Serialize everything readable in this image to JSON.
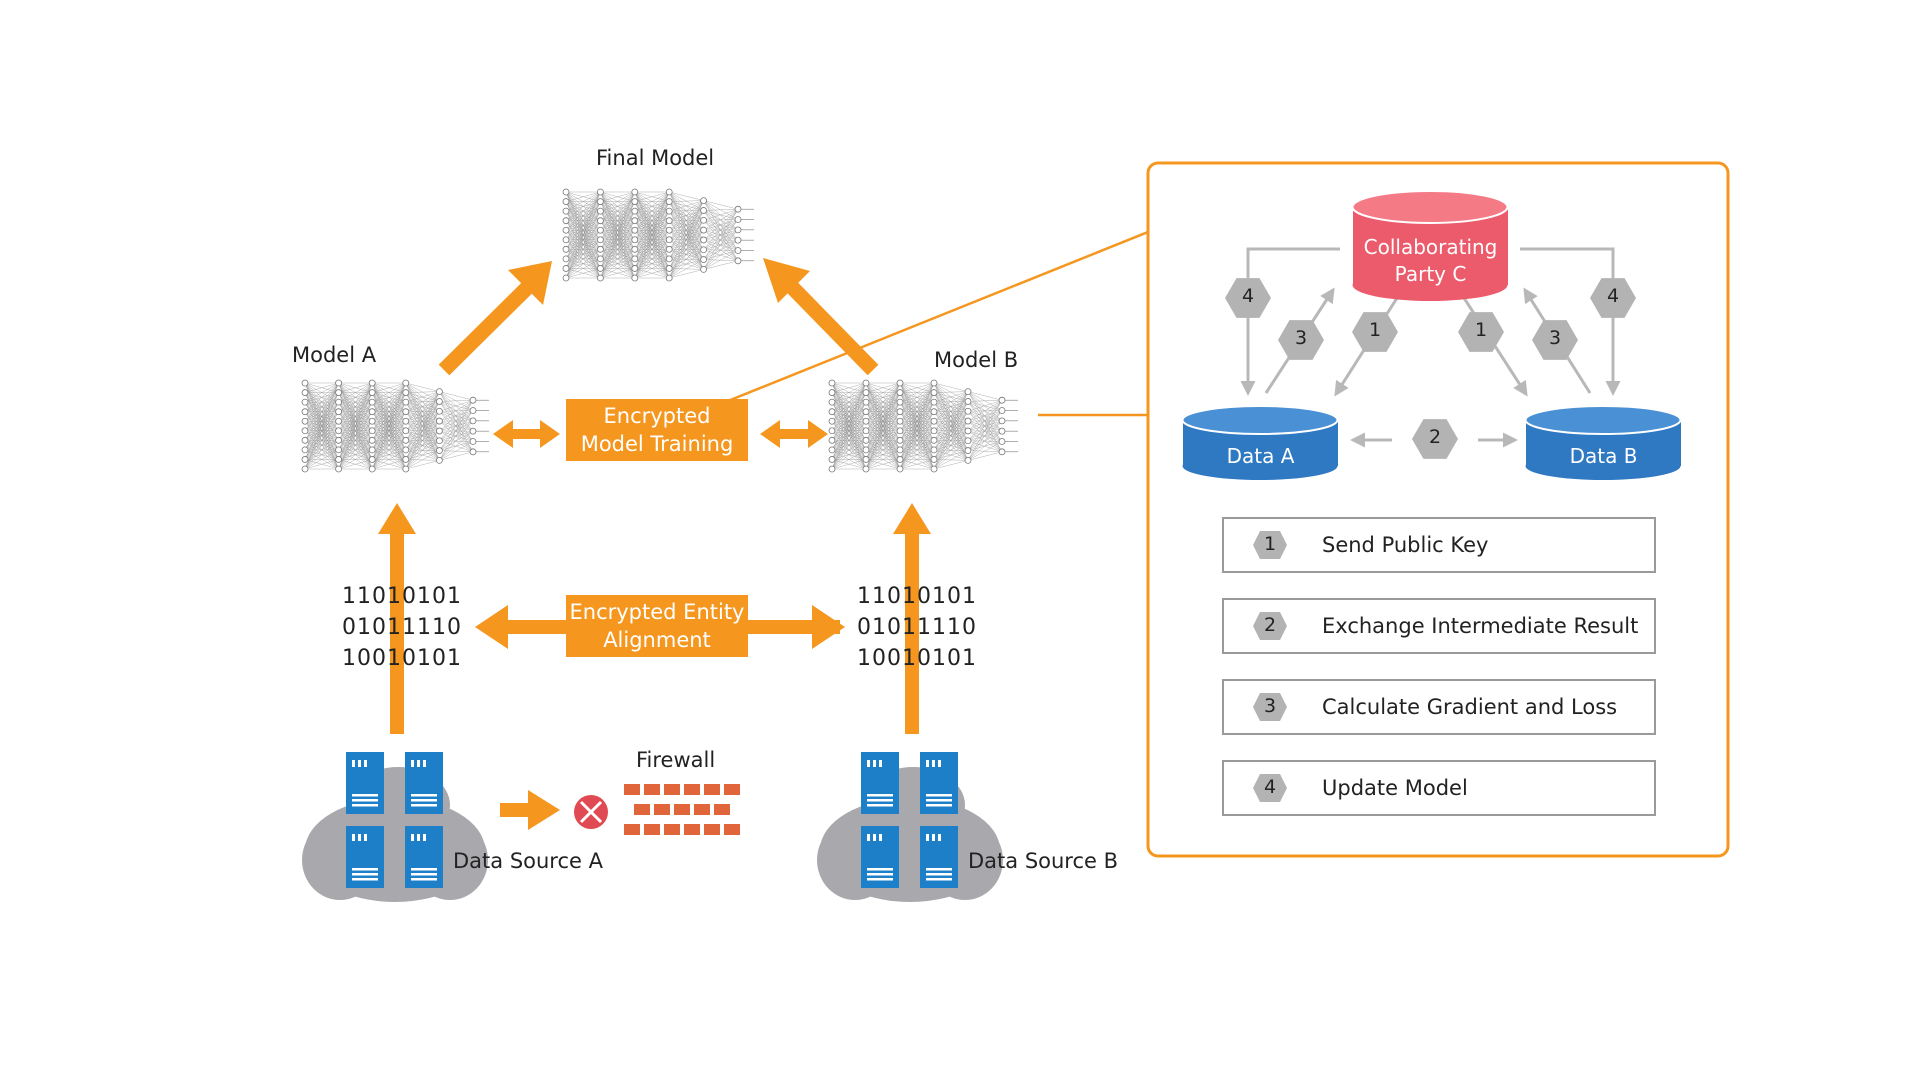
{
  "labels": {
    "final_model": "Final Model",
    "model_a": "Model A",
    "model_b": "Model B",
    "firewall": "Firewall",
    "data_source_a": "Data Source A",
    "data_source_b": "Data Source B"
  },
  "boxes": {
    "encrypted_training": [
      "Encrypted",
      "Model Training"
    ],
    "encrypted_alignment": [
      "Encrypted Entity",
      "Alignment"
    ]
  },
  "binary_a": [
    "11010101",
    "01011110",
    "10010101"
  ],
  "binary_b": [
    "11010101",
    "01011110",
    "10010101"
  ],
  "detail": {
    "party_c": [
      "Collaborating",
      "Party C"
    ],
    "data_a": "Data A",
    "data_b": "Data B",
    "step_numbers": {
      "four_left": "4",
      "three_left": "3",
      "one_left": "1",
      "one_right": "1",
      "three_right": "3",
      "four_right": "4",
      "two": "2"
    }
  },
  "legend": [
    {
      "num": "1",
      "text": "Send Public Key"
    },
    {
      "num": "2",
      "text": "Exchange Intermediate Result"
    },
    {
      "num": "3",
      "text": "Calculate Gradient and Loss"
    },
    {
      "num": "4",
      "text": "Update Model"
    }
  ],
  "colors": {
    "orange": "#f5961e",
    "party_c": "#ec5b6b",
    "data_blue": "#2f79c3",
    "hex_gray": "#b3b3b3",
    "arrow_gray": "#b8b8b8",
    "firewall": "#e0653a",
    "cloud": "#a9a9ad",
    "server_blue": "#1e7fc9"
  }
}
